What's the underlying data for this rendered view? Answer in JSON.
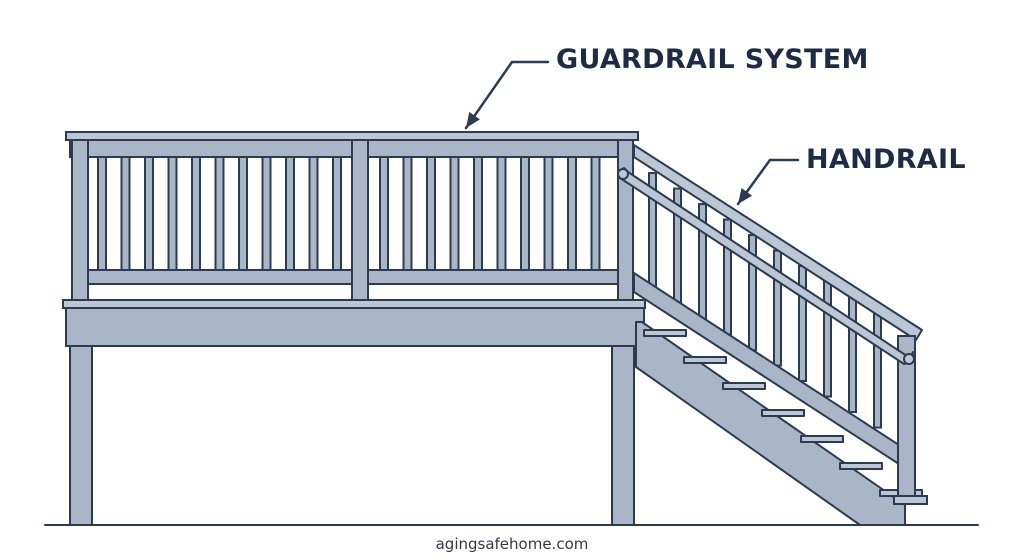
{
  "labels": {
    "guardrail": "GUARDRAIL SYSTEM",
    "handrail": "HANDRAIL"
  },
  "footer": {
    "website": "agingsafehome.com"
  },
  "colors": {
    "fill": "#a8b6c8",
    "fill_light": "#bcc7d6",
    "stroke": "#2c3b52",
    "text": "#1d2b44",
    "ground": "#2c3b52",
    "footer_text": "#333a45"
  }
}
